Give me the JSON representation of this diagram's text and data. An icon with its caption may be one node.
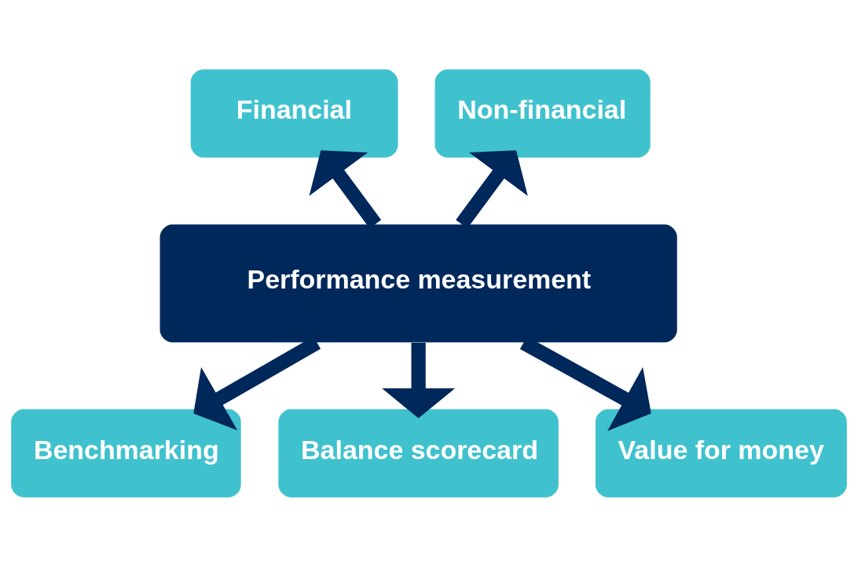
{
  "diagram": {
    "nodes": [
      {
        "text": [
          "Financial"
        ]
      },
      {
        "text": [
          "Non-financial"
        ]
      },
      {
        "text": [
          "Performance measurement"
        ]
      },
      {
        "text": [
          "Benchmarking"
        ]
      },
      {
        "text": [
          "Balance scorecard"
        ]
      },
      {
        "text": [
          "Value for money"
        ]
      }
    ],
    "edges": [
      {
        "from": 2,
        "to": 0,
        "arrow": "to"
      },
      {
        "from": 2,
        "to": 1,
        "arrow": "to"
      },
      {
        "from": 2,
        "to": 3,
        "arrow": "to"
      },
      {
        "from": 2,
        "to": 4,
        "arrow": "to"
      },
      {
        "from": 2,
        "to": 5,
        "arrow": "to"
      }
    ]
  }
}
